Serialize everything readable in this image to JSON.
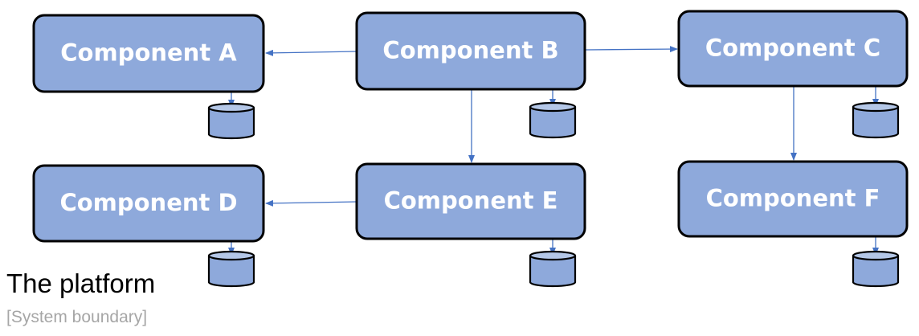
{
  "components": [
    {
      "id": "A",
      "label": "Component A"
    },
    {
      "id": "B",
      "label": "Component B"
    },
    {
      "id": "C",
      "label": "Component C"
    },
    {
      "id": "D",
      "label": "Component D"
    },
    {
      "id": "E",
      "label": "Component E"
    },
    {
      "id": "F",
      "label": "Component F"
    }
  ],
  "connections": [
    {
      "from": "B",
      "to": "A"
    },
    {
      "from": "B",
      "to": "C"
    },
    {
      "from": "B",
      "to": "E"
    },
    {
      "from": "C",
      "to": "F"
    },
    {
      "from": "E",
      "to": "D"
    }
  ],
  "databases": [
    {
      "owner": "A"
    },
    {
      "owner": "B"
    },
    {
      "owner": "C"
    },
    {
      "owner": "D"
    },
    {
      "owner": "E"
    },
    {
      "owner": "F"
    }
  ],
  "boundary": {
    "title": "The platform",
    "subtitle": "[System boundary]"
  },
  "colors": {
    "component_fill": "#8EA9DB",
    "component_border": "#000000",
    "label_text": "#FFFFFF",
    "connector": "#4472C4",
    "database_top": "#B4C7E7",
    "subtitle_text": "#A6A6A6"
  }
}
